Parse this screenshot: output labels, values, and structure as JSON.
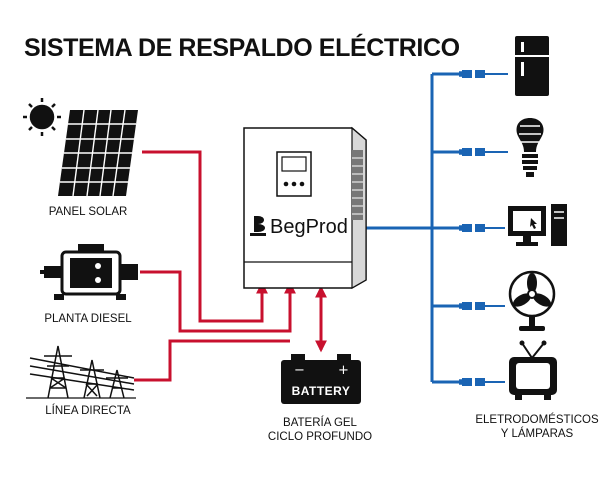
{
  "title": "SISTEMA DE RESPALDO ELÉCTRICO",
  "sources": [
    {
      "label": "PANEL SOLAR",
      "icon": "solar-panel-icon"
    },
    {
      "label": "PLANTA DIESEL",
      "icon": "diesel-generator-icon"
    },
    {
      "label": "LÍNEA DIRECTA",
      "icon": "power-tower-icon"
    }
  ],
  "inverter": {
    "brand": "BegProd",
    "icon": "inverter-icon"
  },
  "battery": {
    "plate_text": "BATTERY",
    "label_line1": "BATERÍA GEL",
    "label_line2": "CICLO PROFUNDO",
    "icon": "battery-icon"
  },
  "loads": {
    "items": [
      {
        "icon": "refrigerator-icon"
      },
      {
        "icon": "light-bulb-icon"
      },
      {
        "icon": "computer-icon"
      },
      {
        "icon": "fan-icon"
      },
      {
        "icon": "television-icon"
      }
    ],
    "label_line1": "ELETRODOMÉSTICOS",
    "label_line2": "Y LÁMPARAS"
  },
  "colors": {
    "input_lines": "#c8102e",
    "output_lines": "#1a64b4"
  }
}
